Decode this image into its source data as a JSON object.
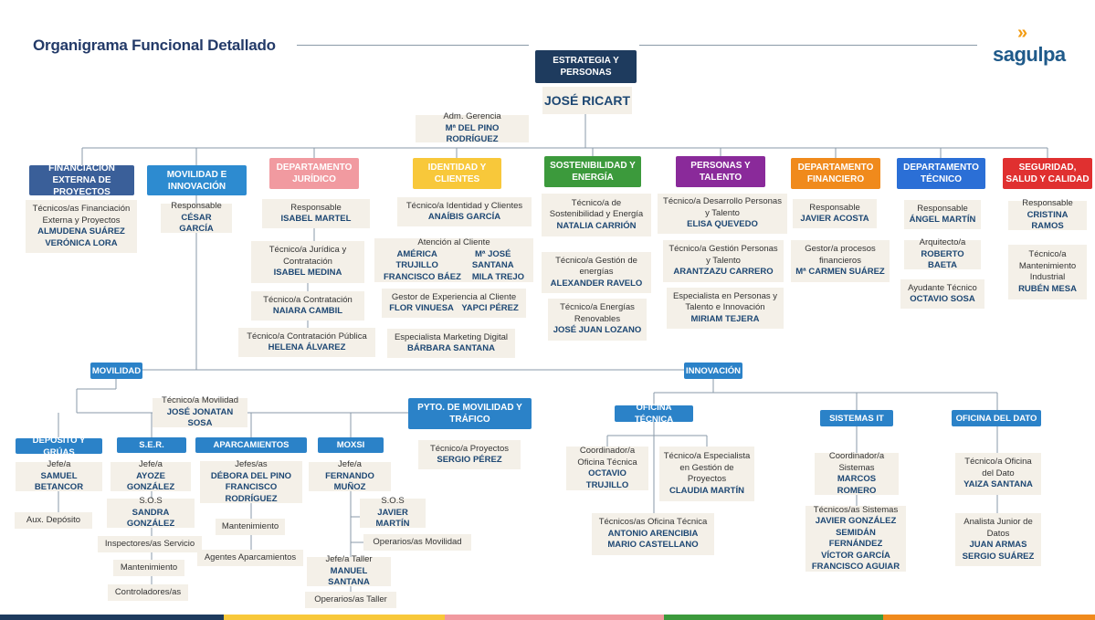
{
  "title": "Organigrama Funcional Detallado",
  "logo": {
    "text": "sagulpa",
    "icon": "chevron-double-right-icon",
    "color": "#f39c12"
  },
  "colors": {
    "navy": "#1e3b5e",
    "blue": "#2b82c8",
    "line": "#8a9aa8",
    "cream": "#f4f0e8"
  },
  "top": {
    "header": "ESTRATEGIA Y PERSONAS",
    "head": "JOSÉ RICART",
    "adm_role": "Adm. Gerencia",
    "adm_name": "Mª DEL PINO RODRÍGUEZ"
  },
  "departments": {
    "financiacion": {
      "header": "FINANCIACIÓN EXTERNA DE PROYECTOS",
      "color": "#3a5f99",
      "role": "Técnicos/as Financiación Externa y Proyectos",
      "names": [
        "ALMUDENA SUÁREZ",
        "VERÓNICA LORA"
      ]
    },
    "movilidad_innov": {
      "header": "MOVILIDAD E INNOVACIÓN",
      "color": "#2d8bd0",
      "role": "Responsable",
      "name": "CÉSAR GARCÍA"
    },
    "juridico": {
      "header": "DEPARTAMENTO JURÍDICO",
      "color": "#f19aa0",
      "items": [
        {
          "role": "Responsable",
          "name": "ISABEL MARTEL"
        },
        {
          "role": "Técnico/a Jurídica y Contratación",
          "name": "ISABEL MEDINA"
        },
        {
          "role": "Técnico/a Contratación",
          "name": "NAIARA CAMBIL"
        },
        {
          "role": "Técnico/a Contratación Pública",
          "name": "HELENA ÁLVAREZ"
        }
      ]
    },
    "identidad": {
      "header": "IDENTIDAD Y CLIENTES",
      "color": "#f8c83a",
      "tic_role": "Técnico/a Identidad y Clientes",
      "tic_name": "ANAÍBIS GARCÍA",
      "atencion_role": "Atención al Cliente",
      "atencion_names": [
        "AMÉRICA TRUJILLO",
        "Mª JOSÉ SANTANA",
        "FRANCISCO BÁEZ",
        "MILA TREJO"
      ],
      "gestor_role": "Gestor de Experiencia al Cliente",
      "gestor_names": [
        "FLOR VINUESA",
        "YAPCI PÉREZ"
      ],
      "esp_role": "Especialista Marketing Digital",
      "esp_name": "BÁRBARA SANTANA"
    },
    "sostenibilidad": {
      "header": "SOSTENIBILIDAD Y ENERGÍA",
      "color": "#3c9a3c",
      "items": [
        {
          "role": "Técnico/a de Sostenibilidad y Energía",
          "name": "NATALIA CARRIÓN"
        },
        {
          "role": "Técnico/a Gestión de energías",
          "name": "ALEXANDER RAVELO"
        },
        {
          "role": "Técnico/a Energías Renovables",
          "name": "JOSÉ JUAN LOZANO"
        }
      ]
    },
    "personas": {
      "header": "PERSONAS Y TALENTO",
      "color": "#8a2a9a",
      "items": [
        {
          "role": "Técnico/a Desarrollo Personas y Talento",
          "name": "ELISA QUEVEDO"
        },
        {
          "role": "Técnico/a Gestión Personas y Talento",
          "name": "ARANTZAZU CARRERO"
        },
        {
          "role": "Especialista en Personas y Talento e Innovación",
          "name": "MIRIAM TEJERA"
        }
      ]
    },
    "financiero": {
      "header": "DEPARTAMENTO FINANCIERO",
      "color": "#f08a1c",
      "items": [
        {
          "role": "Responsable",
          "name": "JAVIER ACOSTA"
        },
        {
          "role": "Gestor/a procesos financieros",
          "name": "Mª CARMEN SUÁREZ"
        }
      ]
    },
    "tecnico": {
      "header": "DEPARTAMENTO TÉCNICO",
      "color": "#2b6fd6",
      "items": [
        {
          "role": "Responsable",
          "name": "ÁNGEL MARTÍN"
        },
        {
          "role": "Arquitecto/a",
          "name": "ROBERTO BAETA"
        },
        {
          "role": "Ayudante Técnico",
          "name": "OCTAVIO SOSA"
        }
      ]
    },
    "seguridad": {
      "header": "SEGURIDAD, SALUD Y CALIDAD",
      "color": "#e03030",
      "items": [
        {
          "role": "Responsable",
          "name": "CRISTINA RAMOS"
        },
        {
          "role": "Técnico/a Mantenimiento Industrial",
          "name": "RUBÉN MESA"
        }
      ]
    }
  },
  "movilidad": {
    "label": "MOVILIDAD",
    "tec_role": "Técnico/a Movilidad",
    "tec_name": "JOSÉ JONATAN SOSA",
    "deposito": {
      "header": "DEPÓSITO Y GRÚAS",
      "role": "Jefe/a",
      "name": "SAMUEL BETANCOR",
      "aux": "Aux. Depósito"
    },
    "ser": {
      "header": "S.E.R.",
      "role": "Jefe/a",
      "name": "AYOZE GONZÁLEZ",
      "sos_role": "S.O.S",
      "sos_name": "SANDRA GONZÁLEZ",
      "insp": "Inspectores/as Servicio",
      "mant": "Mantenimiento",
      "ctrl": "Controladores/as"
    },
    "aparcamientos": {
      "header": "APARCAMIENTOS",
      "role": "Jefes/as",
      "names": [
        "DÉBORA DEL PINO",
        "FRANCISCO RODRÍGUEZ"
      ],
      "mant": "Mantenimiento",
      "agentes": "Agentes Aparcamientos"
    },
    "moxsi": {
      "header": "MOXSI",
      "role": "Jefe/a",
      "name": "FERNANDO MUÑOZ",
      "sos_role": "S.O.S",
      "sos_name": "JAVIER MARTÍN",
      "oper": "Operarios/as Movilidad",
      "taller_role": "Jefe/a Taller",
      "taller_name": "MANUEL SANTANA",
      "oper_taller": "Operarios/as  Taller"
    },
    "pyto": {
      "header": "PYTO. DE MOVILIDAD Y TRÁFICO",
      "role": "Técnico/a Proyectos",
      "name": "SERGIO PÉREZ"
    }
  },
  "innovacion": {
    "label": "INNOVACIÓN",
    "oficina_tecnica": {
      "header": "OFICINA TÉCNICA",
      "coord_role": "Coordinador/a Oficina Técnica",
      "coord_name": "OCTAVIO TRUJILLO",
      "esp_role": "Técnico/a Especialista en Gestión de Proyectos",
      "esp_name": "CLAUDIA MARTÍN",
      "tecs_role": "Técnicos/as Oficina Técnica",
      "tecs_names": [
        "ANTONIO ARENCIBIA",
        "MARIO CASTELLANO"
      ]
    },
    "sistemas": {
      "header": "SISTEMAS IT",
      "coord_role": "Coordinador/a Sistemas",
      "coord_name": "MARCOS ROMERO",
      "tecs_role": "Técnicos/as Sistemas",
      "tecs_names": [
        "JAVIER GONZÁLEZ",
        "SEMIDÁN FERNÁNDEZ",
        "VÍCTOR GARCÍA",
        "FRANCISCO AGUIAR"
      ]
    },
    "dato": {
      "header": "OFICINA DEL DATO",
      "tec_role": "Técnico/a  Oficina del Dato",
      "tec_name": "YAIZA SANTANA",
      "jr_role": "Analista Junior de Datos",
      "jr_names": [
        "JUAN ARMAS",
        "SERGIO SUÁREZ"
      ]
    }
  },
  "footer_stripes": [
    "#1e3b5e",
    "#f8c83a",
    "#f19aa0",
    "#3c9a3c",
    "#f08a1c"
  ]
}
